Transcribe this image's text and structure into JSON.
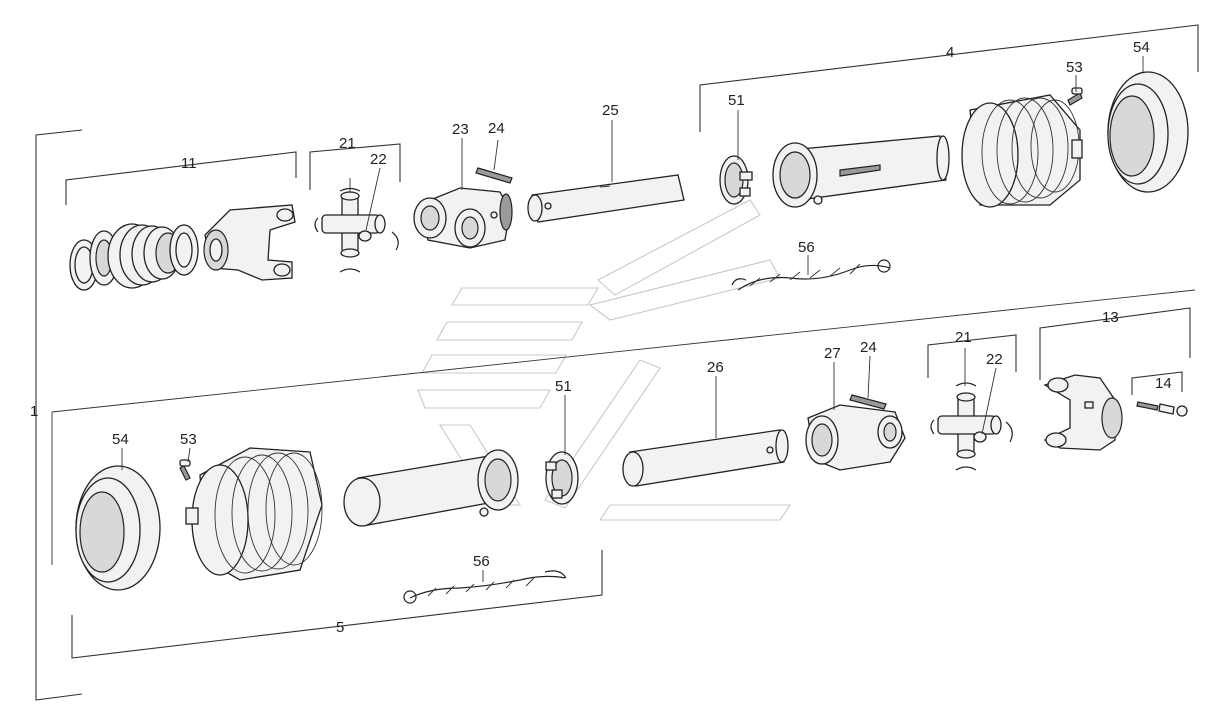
{
  "diagram": {
    "labels": {
      "p11": "11",
      "p21_top": "21",
      "p22_top": "22",
      "p23": "23",
      "p24_top": "24",
      "p25": "25",
      "p51_top": "51",
      "p56_top": "56",
      "p4": "4",
      "p53_top": "53",
      "p54_top": "54",
      "p54_bottom": "54",
      "p53_bottom": "53",
      "p51_bottom": "51",
      "p26": "26",
      "p27": "27",
      "p24_bottom": "24",
      "p21_bottom": "21",
      "p22_bottom": "22",
      "p13": "13",
      "p14": "14",
      "p56_bottom": "56",
      "p5": "5",
      "p1": "1"
    },
    "colors": {
      "outline": "#222222",
      "fill": "#f2f2f2",
      "shade": "#9a9a9a",
      "watermark": "#c8c8c8",
      "background": "#ffffff"
    }
  }
}
